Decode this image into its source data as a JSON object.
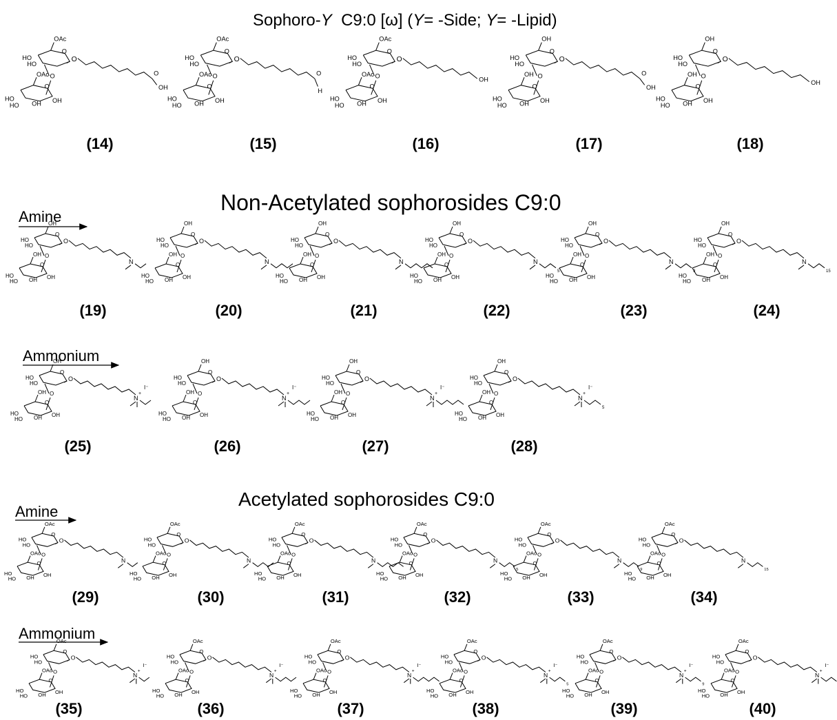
{
  "top_title": {
    "prefix": "Sophoro-",
    "y1": "Y",
    "mid": "  C9:0 [ω] (",
    "y2": "Y",
    "t1": "= -Side; ",
    "y3": "Y",
    "t2": "= -Lipid)"
  },
  "sections": {
    "nonacetylated_title": "Non-Acetylated sophorosides C9:0",
    "acetylated_title": "Acetylated sophorosides C9:0"
  },
  "arrows": {
    "amine_1": "Amine",
    "ammonium_1": "Ammonium",
    "amine_2": "Amine",
    "ammonium_2": "Ammonium"
  },
  "compounds": {
    "row1": [
      "(14)",
      "(15)",
      "(16)",
      "(17)",
      "(18)"
    ],
    "row2": [
      "(19)",
      "(20)",
      "(21)",
      "(22)",
      "(23)",
      "(24)"
    ],
    "row3": [
      "(25)",
      "(26)",
      "(27)",
      "(28)"
    ],
    "row4": [
      "(29)",
      "(30)",
      "(31)",
      "(32)",
      "(33)",
      "(34)"
    ],
    "row5": [
      "(35)",
      "(36)",
      "(37)",
      "(38)",
      "(39)",
      "(40)"
    ]
  },
  "atom_labels": {
    "oac": "OAc",
    "oh": "OH",
    "ho": "HO",
    "o": "O",
    "n": "N",
    "h": "H",
    "plus": "+",
    "iodide": "I⁻",
    "n5": "5",
    "n9": "9",
    "n15": "15"
  }
}
